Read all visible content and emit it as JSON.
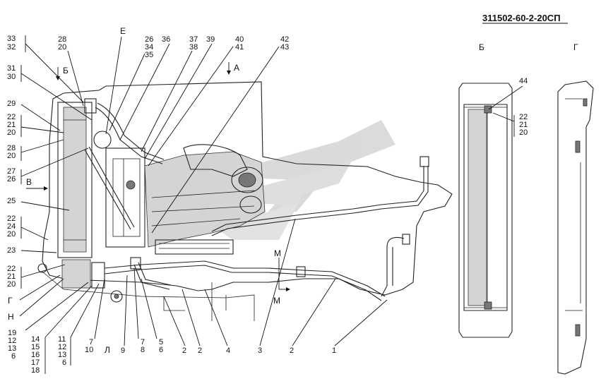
{
  "document_code": "311502-60-2-20СП",
  "view_labels": {
    "B": "Б",
    "G": "Г",
    "E": "Е",
    "A": "А",
    "V": "В",
    "L": "Л",
    "M_top": "М",
    "M_bottom": "М",
    "B_arrow": "Б",
    "G_left": "Г",
    "N_left": "Н"
  },
  "callouts_left": {
    "c33_32": [
      "33",
      "32"
    ],
    "c31_30": [
      "31",
      "30"
    ],
    "c29": [
      "29"
    ],
    "c22_21_20_a": [
      "22",
      "21",
      "20"
    ],
    "c28_20": [
      "28",
      "20"
    ],
    "c27_26": [
      "27",
      "26"
    ],
    "c25": [
      "25"
    ],
    "c22_24_20": [
      "22",
      "24",
      "20"
    ],
    "c23": [
      "23"
    ],
    "c22_21_20_b": [
      "22",
      "21",
      "20"
    ]
  },
  "callouts_top": {
    "c28_20": [
      "28",
      "20"
    ],
    "c26_34_35": [
      "26",
      "34",
      "35"
    ],
    "c36": [
      "36"
    ],
    "c37_38": [
      "37",
      "38"
    ],
    "c39": [
      "39"
    ],
    "c40_41": [
      "40",
      "41"
    ],
    "c42_43": [
      "42",
      "43"
    ]
  },
  "callouts_bottom": {
    "c19_14_12_13_6": [
      "19",
      "12",
      "13",
      "6"
    ],
    "c14_15_16_17_18": [
      "14",
      "15",
      "16",
      "17",
      "18"
    ],
    "c11_12_13_6": [
      "11",
      "12",
      "13",
      "6"
    ],
    "c7_10": [
      "7",
      "10"
    ],
    "c9": [
      "9"
    ],
    "c7_8": [
      "7",
      "8"
    ],
    "c5_6": [
      "5",
      "6"
    ],
    "c2a": [
      "2"
    ],
    "c2b": [
      "2"
    ],
    "c4": [
      "4"
    ],
    "c3": [
      "3"
    ],
    "c2c": [
      "2"
    ],
    "c1": [
      "1"
    ]
  },
  "callouts_right": {
    "c44": [
      "44"
    ],
    "c22_21_20": [
      "22",
      "21",
      "20"
    ]
  },
  "watermark_color": "#b9b9b9",
  "line_color": "#222222"
}
